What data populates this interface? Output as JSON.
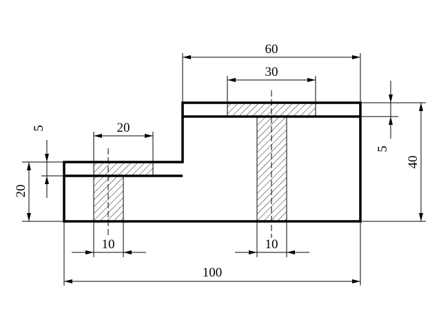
{
  "dimensions": {
    "overall_width": "100",
    "top_width": "60",
    "top_cap_width": "30",
    "left_cap_width": "20",
    "left_cap_thickness": "5",
    "left_height": "20",
    "right_cap_thickness": "5",
    "right_height": "40",
    "left_stem_width": "10",
    "right_stem_width": "10"
  }
}
